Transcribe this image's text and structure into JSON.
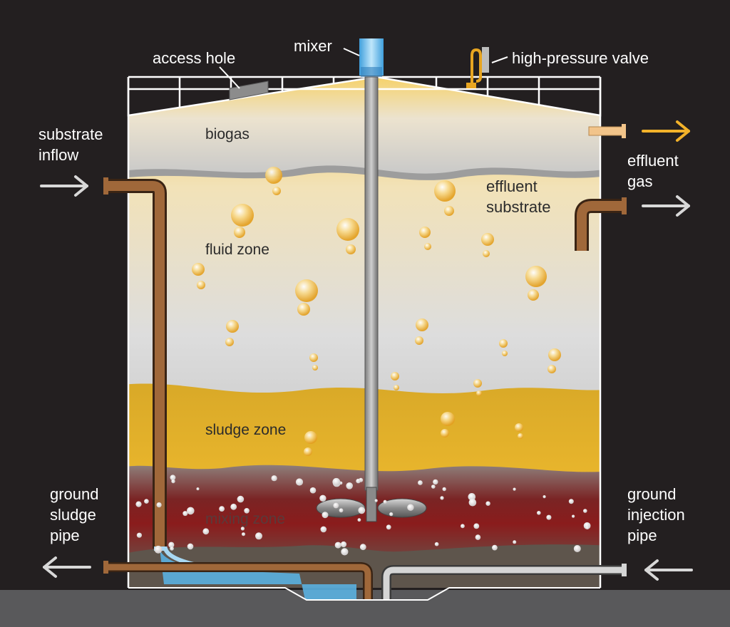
{
  "labels": {
    "mixer": "mixer",
    "access_hole": "access hole",
    "high_pressure_valve": "high-pressure valve",
    "substrate_inflow": "substrate\ninflow",
    "effluent_gas": "effluent\ngas",
    "effluent_substrate": "effluent\nsubstrate",
    "ground_sludge_pipe": "ground\nsludge\npipe",
    "ground_injection_pipe": "ground\ninjection\npipe"
  },
  "zones": {
    "biogas": "biogas",
    "fluid": "fluid zone",
    "sludge": "sludge zone",
    "mixing": "mixing zone"
  },
  "colors": {
    "background": "#231f20",
    "pipe_brown": "#a0683a",
    "gas_arrow": "#f2b22a",
    "arrow_light": "#d8d8d8",
    "sludge": "#d9a928",
    "mixing_red": "#8a1c1c",
    "water_blue": "#5ab0e0"
  }
}
